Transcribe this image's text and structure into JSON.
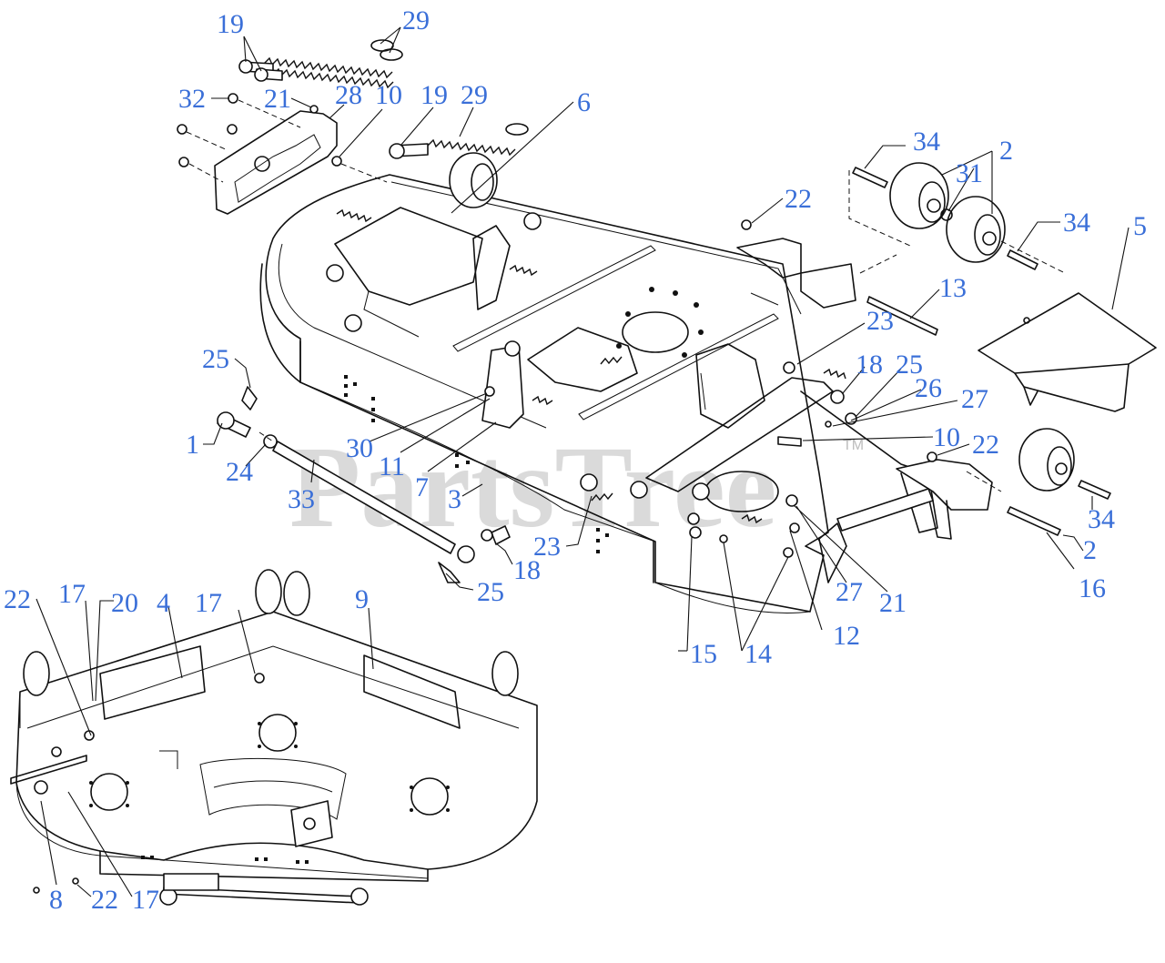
{
  "watermark": {
    "text": "PartsTree",
    "trademark": "TM"
  },
  "callouts": {
    "c1": "1",
    "c2a": "2",
    "c2b": "2",
    "c3": "3",
    "c4": "4",
    "c5": "5",
    "c6": "6",
    "c7": "7",
    "c8": "8",
    "c9": "9",
    "c10a": "10",
    "c10b": "10",
    "c11": "11",
    "c12": "12",
    "c13": "13",
    "c14": "14",
    "c15": "15",
    "c16": "16",
    "c17a": "17",
    "c17b": "17",
    "c17c": "17",
    "c18a": "18",
    "c18b": "18",
    "c19a": "19",
    "c19b": "19",
    "c20": "20",
    "c21a": "21",
    "c21b": "21",
    "c22a": "22",
    "c22b": "22",
    "c22c": "22",
    "c22d": "22",
    "c23a": "23",
    "c23b": "23",
    "c24": "24",
    "c25a": "25",
    "c25b": "25",
    "c25c": "25",
    "c26": "26",
    "c27a": "27",
    "c27b": "27",
    "c28": "28",
    "c29a": "29",
    "c29b": "29",
    "c30": "30",
    "c31": "31",
    "c32": "32",
    "c33": "33",
    "c34a": "34",
    "c34b": "34",
    "c34c": "34"
  }
}
